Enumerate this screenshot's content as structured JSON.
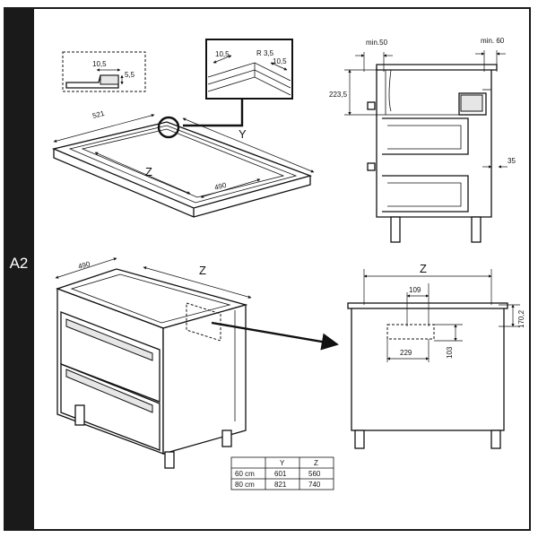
{
  "section": {
    "tag": "A2"
  },
  "top_view": {
    "depth": "521",
    "width_letter": "Z",
    "inner": "490",
    "detail_letter": "Y"
  },
  "profile_detail": {
    "width": "10,5",
    "height": "5,5"
  },
  "corner_detail": {
    "left": "10,5",
    "radius": "R 3,5",
    "right": "10,5"
  },
  "side_view": {
    "min_left": "min.50",
    "min_right": "min. 60",
    "height": "223,5",
    "offset": "35"
  },
  "cabinet": {
    "depth": "490",
    "width_letter": "Z"
  },
  "back_view": {
    "width_letter": "Z",
    "cutout_width": "109",
    "top_height": "170,2",
    "cutout_height": "103",
    "cutout_left": "229"
  },
  "table": {
    "headers": [
      "",
      "Y",
      "Z"
    ],
    "rows": [
      [
        "60 cm",
        "601",
        "560"
      ],
      [
        "80 cm",
        "821",
        "740"
      ]
    ]
  }
}
